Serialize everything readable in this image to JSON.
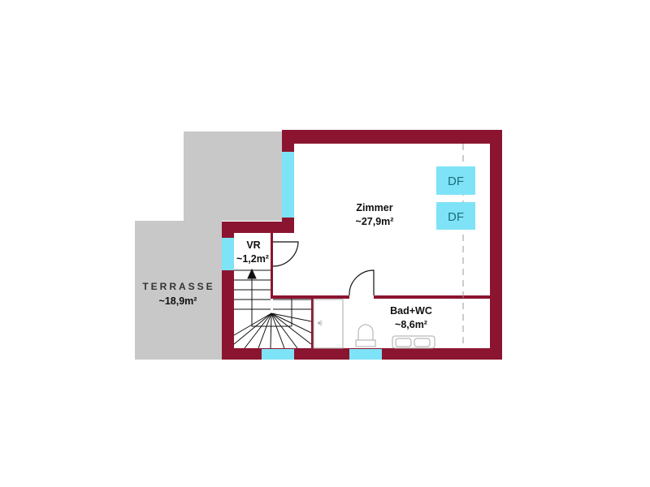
{
  "rooms": {
    "terrace": {
      "name": "TERRASSE",
      "area": "~18,9m²"
    },
    "vr": {
      "name": "VR",
      "area": "~1,2m²"
    },
    "zimmer": {
      "name": "Zimmer",
      "area": "~27,9m²"
    },
    "bad": {
      "name": "Bad+WC",
      "area": "~8,6m²"
    }
  },
  "skylights": [
    "DF",
    "DF"
  ],
  "colors": {
    "wall": "#8b1530",
    "window": "#7fe3f7",
    "terrace": "#c8c8c8",
    "skylight": "#7fe3f7"
  }
}
